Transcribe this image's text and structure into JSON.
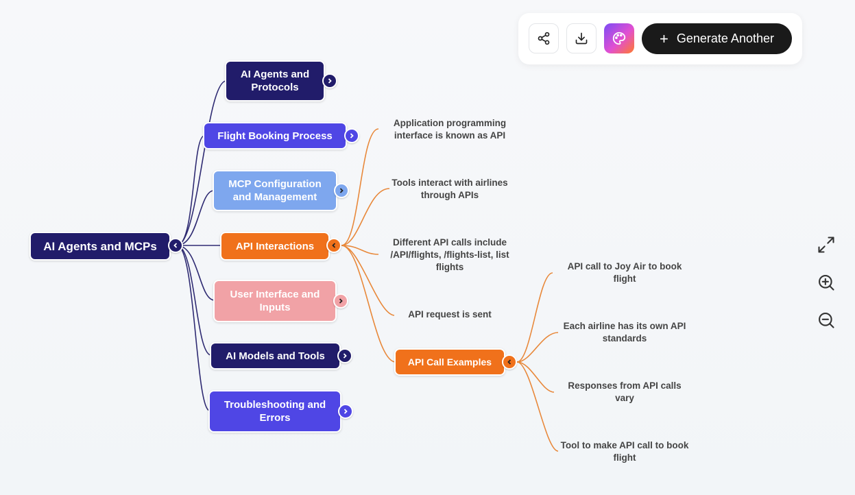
{
  "toolbar": {
    "share_icon": "share-icon",
    "download_icon": "download-icon",
    "palette_icon": "palette-icon",
    "generate_label": "Generate Another"
  },
  "root": {
    "label": "AI Agents and MCPs"
  },
  "branches": [
    {
      "label": "AI Agents and Protocols"
    },
    {
      "label": "Flight Booking Process"
    },
    {
      "label": "MCP Configuration and Management"
    },
    {
      "label": "API Interactions"
    },
    {
      "label": "User Interface and Inputs"
    },
    {
      "label": "AI Models and Tools"
    },
    {
      "label": "Troubleshooting and Errors"
    }
  ],
  "api_interactions": {
    "children": [
      "Application programming interface is known as API",
      "Tools interact with airlines through APIs",
      "Different API calls include /API/flights, /flights-list, list flights",
      "API request is sent"
    ],
    "examples": {
      "label": "API Call Examples",
      "children": [
        "API call to Joy Air to book flight",
        "Each airline has its own API standards",
        "Responses from API calls vary",
        "Tool to make API call to book flight"
      ]
    }
  },
  "colors": {
    "navy": "#211c6a",
    "indigo": "#4f46e5",
    "light_blue": "#7ea7ee",
    "orange": "#f0711b",
    "pink": "#f1a2a6",
    "link_orange": "#e8883a",
    "link_navy": "#2e2a72"
  },
  "view_controls": [
    "expand-icon",
    "zoom-in-icon",
    "zoom-out-icon"
  ]
}
